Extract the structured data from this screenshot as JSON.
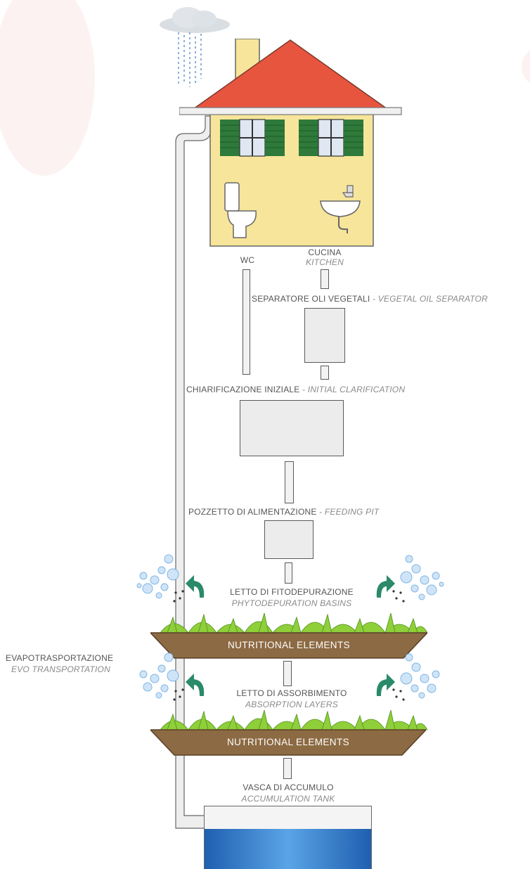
{
  "labels": {
    "wc": "WC",
    "kitchen_it": "CUCINA",
    "kitchen_en": "KITCHEN",
    "separator_it": "SEPARATORE OLI VEGETALI",
    "separator_en": "VEGETAL OIL SEPARATOR",
    "clarification_it": "CHIARIFICAZIONE INIZIALE",
    "clarification_en": "INITIAL CLARIFICATION",
    "feeding_it": "POZZETTO DI ALIMENTAZIONE",
    "feeding_en": "FEEDING PIT",
    "phyto_it": "LETTO DI FITODEPURAZIONE",
    "phyto_en": "PHYTODEPURATION BASINS",
    "evapo_it": "EVAPOTRASPORTAZIONE",
    "evapo_en": "EVO TRANSPORTATION",
    "absorption_it": "LETTO DI ASSORBIMENTO",
    "absorption_en": "ABSORPTION LAYERS",
    "tank_it": "VASCA DI ACCUMULO",
    "tank_en": "ACCUMULATION TANK",
    "dash": " - "
  },
  "basins": {
    "upper": "NUTRITIONAL ELEMENTS",
    "lower": "NUTRITIONAL ELEMENTS"
  },
  "colors": {
    "roof": "#e8553e",
    "walls": "#f6e59a",
    "shutters": "#2f7a3a",
    "basin": "#8c6a43",
    "plants": "#8fcf3a",
    "arrow": "#2a8a6a",
    "water": "#3a86d6",
    "bubbles": "#7fb6e6"
  },
  "icons": [
    "cloud-icon",
    "rain-icon",
    "toilet-icon",
    "sink-icon",
    "plant-icon",
    "bubbles-icon",
    "curved-arrow-icon"
  ]
}
